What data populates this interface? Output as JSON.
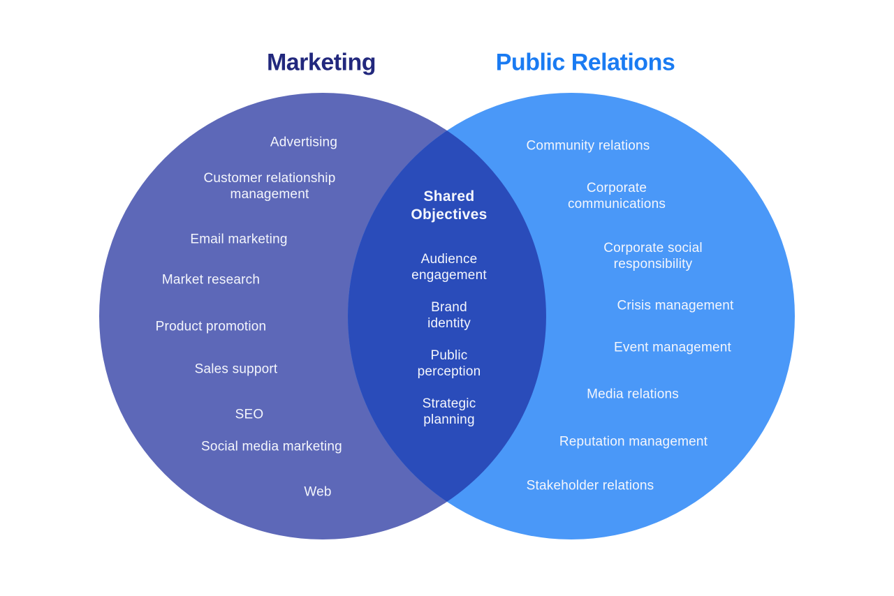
{
  "diagram": {
    "type": "venn",
    "text_color": "#F4F6FC",
    "background_color": "#FFFFFF",
    "left": {
      "title": "Marketing",
      "title_color": "#22287D",
      "color": "#5D68B8",
      "items": [
        "Advertising",
        "Customer relationship\nmanagement",
        "Email marketing",
        "Market research",
        "Product promotion",
        "Sales support",
        "SEO",
        "Social media marketing",
        "Web"
      ]
    },
    "right": {
      "title": "Public Relations",
      "title_color": "#1A7BF2",
      "color": "#4A98F8",
      "items": [
        "Community relations",
        "Corporate\ncommunications",
        "Corporate social\nresponsibility",
        "Crisis management",
        "Event management",
        "Media relations",
        "Reputation management",
        "Stakeholder relations"
      ]
    },
    "center": {
      "title": "Shared\nObjectives",
      "color": "#2A4CBA",
      "items": [
        "Audience\nengagement",
        "Brand\nidentity",
        "Public\nperception",
        "Strategic\nplanning"
      ]
    }
  }
}
